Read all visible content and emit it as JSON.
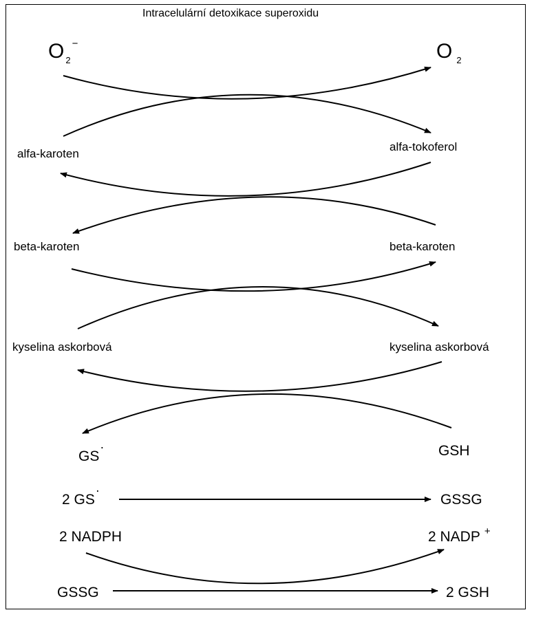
{
  "title": "Intracelulární detoxikace superoxidu",
  "superoxide": {
    "symbol": "O",
    "subscript": "2",
    "superscript": "−"
  },
  "oxygen": {
    "symbol": "O",
    "subscript": "2"
  },
  "left": {
    "alfa_karoten": "alfa-karoten",
    "beta_karoten": "beta-karoten",
    "kyselina_askorbova": "kyselina askorbová",
    "gs_radical": "GS",
    "gs_dot": "·"
  },
  "right": {
    "alfa_tokoferol": "alfa-tokoferol",
    "beta_karoten": "beta-karoten",
    "kyselina_askorbova": "kyselina askorbová",
    "gsh": "GSH"
  },
  "reactions": {
    "r1_left": "2 GS",
    "r1_dot": "·",
    "r1_right": "GSSG",
    "r2_left": "2 NADPH",
    "r2_right": "2 NADP",
    "r2_right_sup": "+",
    "r3_left": "GSSG",
    "r3_right": "2 GSH"
  }
}
